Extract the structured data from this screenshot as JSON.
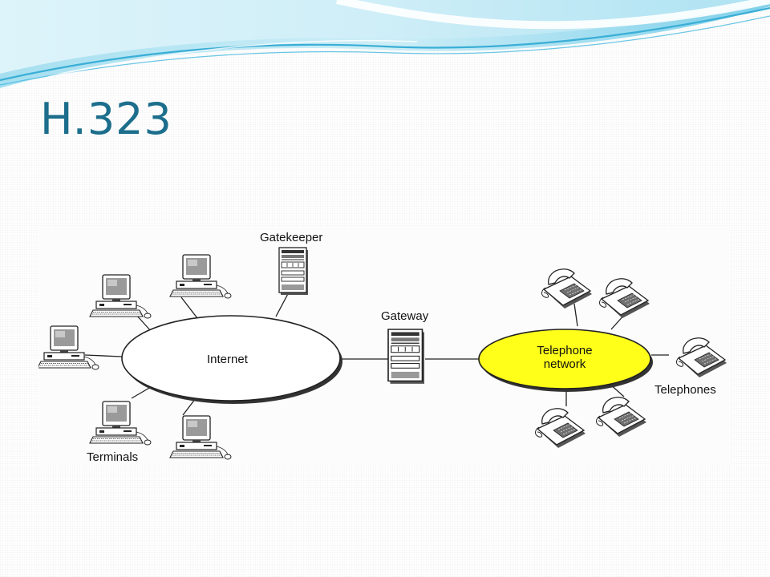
{
  "slide": {
    "title": "H.323",
    "title_color": "#1c6e8c"
  },
  "diagram": {
    "labels": {
      "gatekeeper": "Gatekeeper",
      "gateway": "Gateway",
      "internet": "Internet",
      "telephone_network_line1": "Telephone",
      "telephone_network_line2": "network",
      "terminals": "Terminals",
      "telephones": "Telephones"
    },
    "colors": {
      "telephone_network_fill": "#ffff1a",
      "internet_fill": "#ffffff",
      "wave_primary": "#46b8e0",
      "wave_light": "#bfe9f5"
    }
  }
}
